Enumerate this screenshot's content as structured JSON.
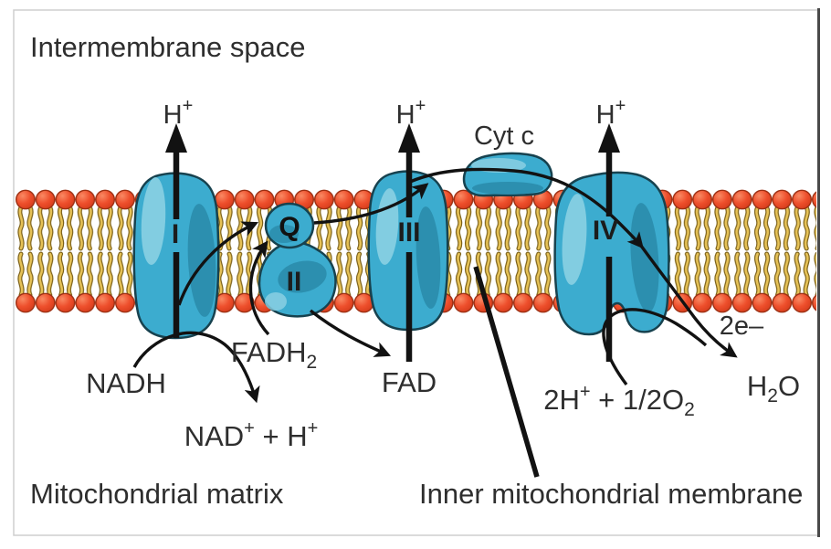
{
  "regions": {
    "top": "Intermembrane space",
    "bottom_left": "Mitochondrial matrix",
    "bottom_right": "Inner mitochondrial membrane"
  },
  "complexes": [
    {
      "numeral": "I"
    },
    {
      "numeral": "II"
    },
    {
      "numeral": "III"
    },
    {
      "numeral": "IV"
    }
  ],
  "carriers": {
    "ubiquinone": "Q",
    "cytochrome_c": "Cyt c"
  },
  "labels": {
    "proton": {
      "base": "H",
      "sup": "+"
    },
    "nadh": "NADH",
    "nad_product": {
      "b1": "NAD",
      "s1": "+",
      "b2": " + H",
      "s2": "+"
    },
    "fadh2": {
      "b1": "FADH",
      "sub": "2"
    },
    "fad": "FAD",
    "oxygen_reactant": {
      "b1": "2H",
      "s1": "+",
      "b2": " + 1/2O",
      "sub": "2"
    },
    "water": {
      "b1": "H",
      "sub": "2",
      "b2": "O"
    },
    "electrons": "2e–"
  },
  "colors": {
    "protein": "#3caccf",
    "protein_dark": "#2a8cab",
    "protein_light": "#8ed2e4",
    "lipid_head": "#ee4f2c",
    "lipid_head_edge": "#9c2f12",
    "lipid_tail": "#e6c257",
    "lipid_tail_edge": "#7a5f17",
    "line": "#121212",
    "text": "#2e2e2e"
  }
}
